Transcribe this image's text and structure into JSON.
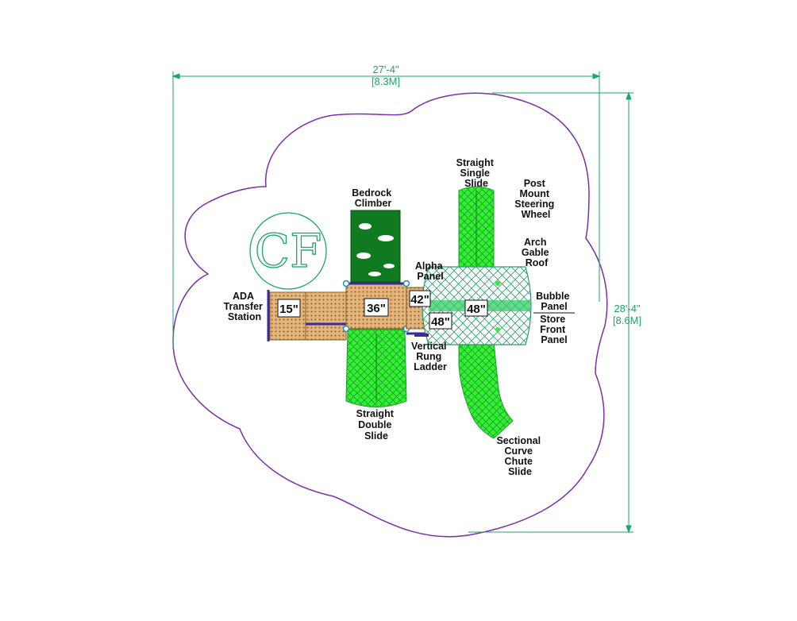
{
  "dimensions": {
    "width_ft": "27'-4\"",
    "width_m": "[8.3M]",
    "depth_ft": "28'-4\"",
    "depth_m": "[8.6M]"
  },
  "logo": {
    "text": "CF"
  },
  "components": {
    "ada": [
      "ADA",
      "Transfer",
      "Station"
    ],
    "bedrock": [
      "Bedrock",
      "Climber"
    ],
    "alpha": [
      "Alpha",
      "Panel"
    ],
    "single_slide": [
      "Straight",
      "Single",
      "Slide"
    ],
    "steering": [
      "Post",
      "Mount",
      "Steering",
      "Wheel"
    ],
    "arch": [
      "Arch",
      "Gable",
      "Roof"
    ],
    "bubble": [
      "Bubble",
      "Panel"
    ],
    "store": [
      "Store",
      "Front",
      "Panel"
    ],
    "ladder": [
      "Vertical",
      "Rung",
      "Ladder"
    ],
    "double_slide": [
      "Straight",
      "Double",
      "Slide"
    ],
    "curve_slide": [
      "Sectional",
      "Curve",
      "Chute",
      "Slide"
    ]
  },
  "deck_heights": [
    "15\"",
    "36\"",
    "42\"",
    "48\"",
    "48\""
  ],
  "colors": {
    "boundary": "#7b2fa8",
    "dimension": "#1aa56b",
    "slide": "#33ee33",
    "deck": "#d9a86c",
    "climber": "#0f7a1f",
    "roof": "#2a9a6a"
  }
}
